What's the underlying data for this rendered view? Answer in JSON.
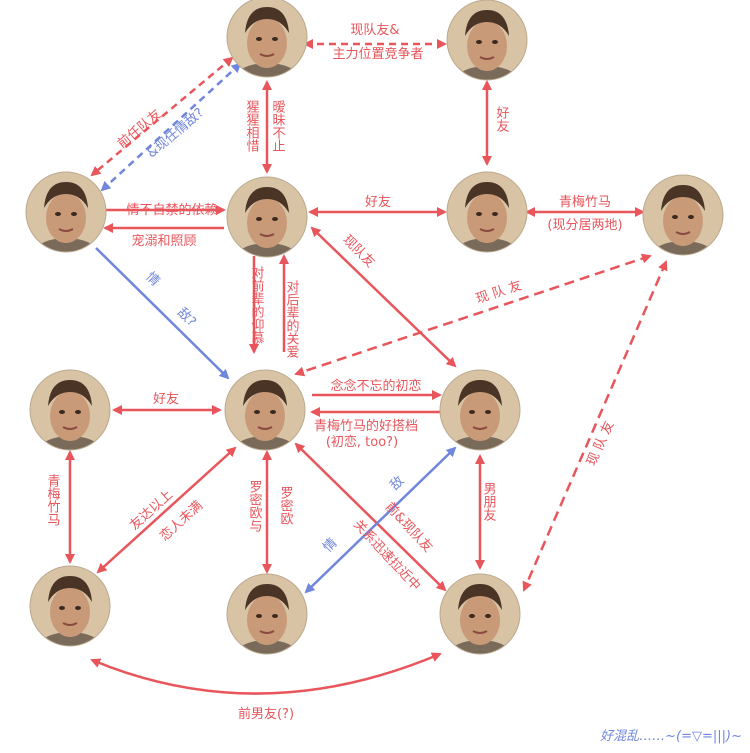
{
  "colors": {
    "red": "#e8555b",
    "blue": "#6f86dc",
    "photo_bg": "#d8c3a5",
    "photo_skin": "#c99a78",
    "photo_hair": "#4a3426"
  },
  "people": [
    {
      "id": "p1",
      "icon": "portrait-photo"
    },
    {
      "id": "p2",
      "icon": "portrait-photo"
    },
    {
      "id": "p3",
      "icon": "portrait-photo"
    },
    {
      "id": "p4",
      "icon": "portrait-photo"
    },
    {
      "id": "p5",
      "icon": "portrait-photo"
    },
    {
      "id": "p6",
      "icon": "portrait-photo"
    },
    {
      "id": "p7",
      "icon": "portrait-photo"
    },
    {
      "id": "p8",
      "icon": "portrait-photo"
    },
    {
      "id": "p9",
      "icon": "portrait-photo"
    },
    {
      "id": "p10",
      "icon": "portrait-photo"
    },
    {
      "id": "p11",
      "icon": "portrait-photo"
    },
    {
      "id": "p12",
      "icon": "portrait-photo"
    }
  ],
  "labels": {
    "l1": "现队友&",
    "l2": "主力位置竞争者",
    "l3": "好友",
    "l4": "前任队友",
    "l5": "&现任情敌?",
    "l6": "暧昧不止",
    "l7": "猩猩相惜",
    "l8": "情不自禁的依赖",
    "l9": "宠溺和照顾",
    "l10": "好友",
    "l11": "青梅竹马",
    "l12": "(现分居两地)",
    "l13": "现队友",
    "l14": "情",
    "l15": "敌?",
    "l16": "对前辈的仰慕",
    "l17": "对后辈的关爱",
    "l18": "现 队 友",
    "l19": "好友",
    "l20": "念念不忘的初恋",
    "l21": "青梅竹马的好搭档",
    "l22": "(初恋, too?)",
    "l23": "青梅竹马",
    "l24": "友达以上",
    "l25": "恋人未满",
    "l26": "罗密欧与",
    "l27": "罗密欧",
    "l28": "前&现队友",
    "l29": "关系迅速拉近中",
    "l30": "情",
    "l31": "敌",
    "l32": "男朋友",
    "l33": "现 队 友",
    "l34": "前男友(?)"
  },
  "footer": "好混乱……~(=▽=|||)~"
}
